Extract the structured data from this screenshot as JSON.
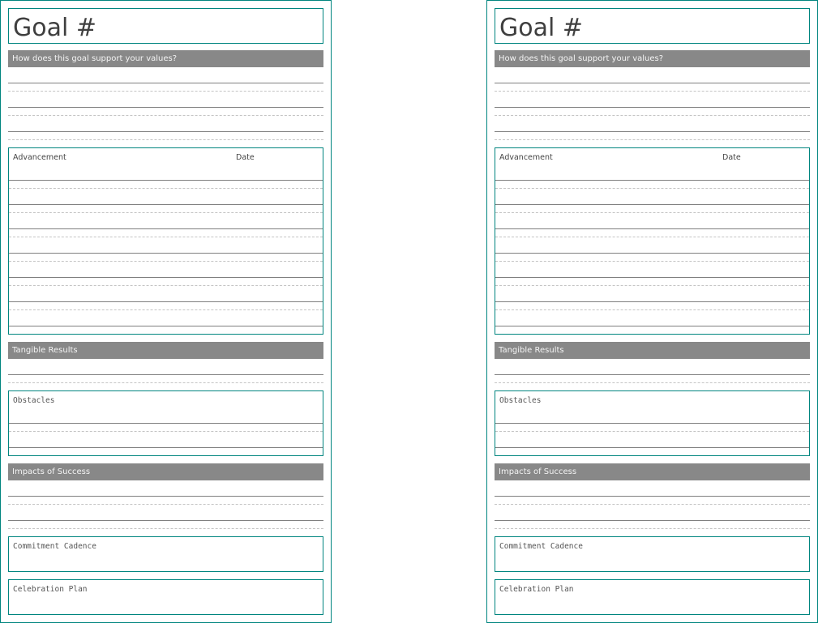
{
  "accent_color": "#00857f",
  "header_color": "#888888",
  "pages": [
    {
      "title": "Goal #",
      "values_header": "How does this goal support your values?",
      "advancement_label": "Advancement",
      "date_label": "Date",
      "tangible_header": "Tangible Results",
      "obstacles_label": "Obstacles",
      "impacts_header": "Impacts of Success",
      "commitment_label": "Commitment Cadence",
      "celebration_label": "Celebration Plan"
    },
    {
      "title": "Goal #",
      "values_header": "How does this goal support your values?",
      "advancement_label": "Advancement",
      "date_label": "Date",
      "tangible_header": "Tangible Results",
      "obstacles_label": "Obstacles",
      "impacts_header": "Impacts of Success",
      "commitment_label": "Commitment Cadence",
      "celebration_label": "Celebration Plan"
    }
  ]
}
